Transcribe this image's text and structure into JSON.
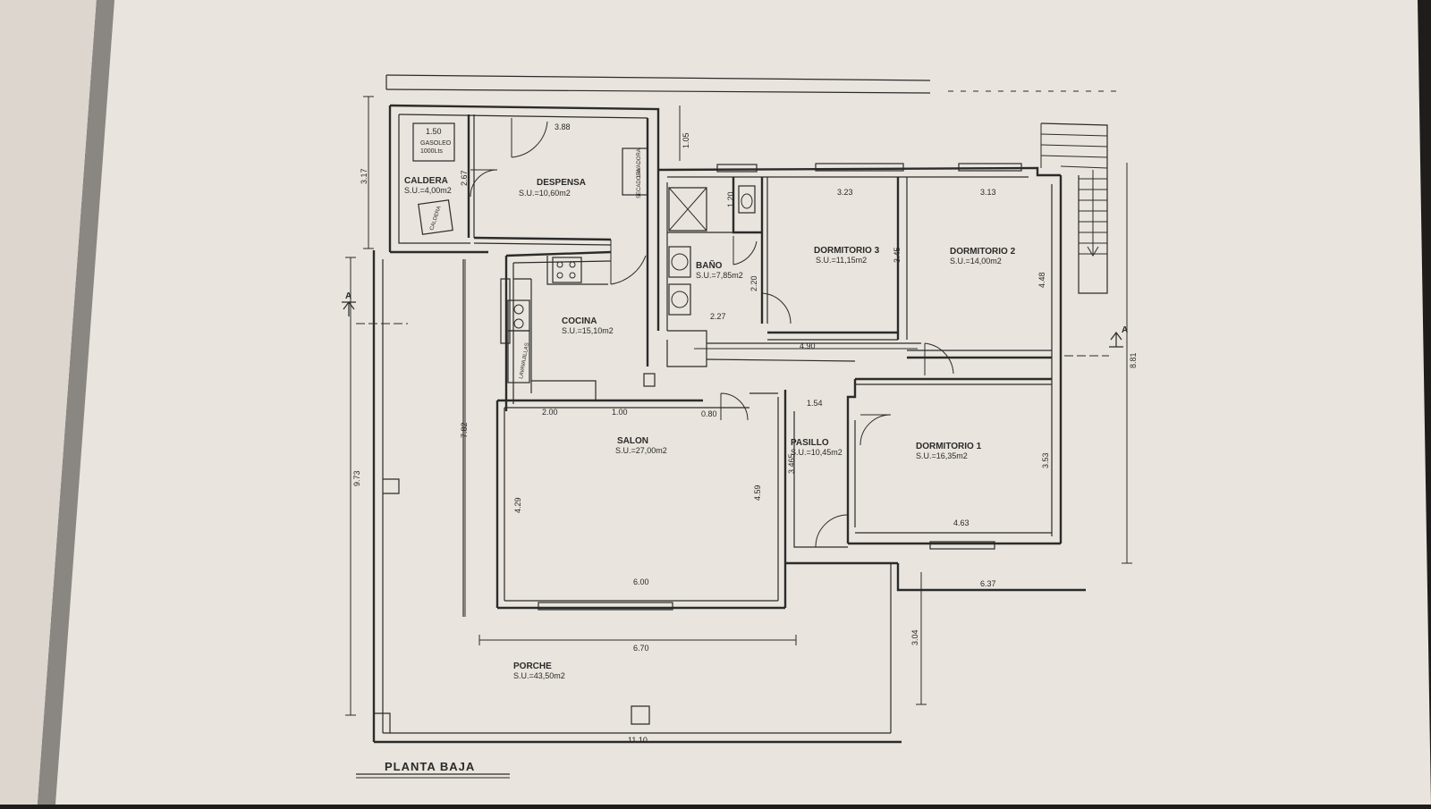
{
  "plan": {
    "title": "PLANTA BAJA",
    "section_marker": "A",
    "rooms": {
      "caldera": {
        "name": "CALDERA",
        "area": "S.U.=4,00m2"
      },
      "despensa": {
        "name": "DESPENSA",
        "area": "S.U.=10,60m2"
      },
      "bano": {
        "name": "BAÑO",
        "area": "S.U.=7,85m2"
      },
      "dormitorio3": {
        "name": "DORMITORIO 3",
        "area": "S.U.=11,15m2"
      },
      "dormitorio2": {
        "name": "DORMITORIO 2",
        "area": "S.U.=14,00m2"
      },
      "cocina": {
        "name": "COCINA",
        "area": "S.U.=15,10m2"
      },
      "salon": {
        "name": "SALON",
        "area": "S.U.=27,00m2"
      },
      "pasillo": {
        "name": "PASILLO",
        "area": "S.U.=10,45m2"
      },
      "dormitorio1": {
        "name": "DORMITORIO 1",
        "area": "S.U.=16,35m2"
      },
      "porche": {
        "name": "PORCHE",
        "area": "S.U.=43,50m2"
      }
    },
    "fixtures": {
      "tank": "GASOLEO",
      "tank_capacity": "1000Lts",
      "tank_width": "1.50",
      "boiler": "CALDERA",
      "washer": "LAVADORA",
      "dryer": "SECADORA",
      "dishwasher": "LAVAVAJILLAS"
    },
    "dimensions": {
      "d_388": "3.88",
      "d_105": "1.05",
      "d_317": "3.17",
      "d_267": "2.67",
      "d_120": "1.20",
      "d_323": "3.23",
      "d_313": "3.13",
      "d_345": "3.45",
      "d_448": "4.48",
      "d_220": "2.20",
      "d_227": "2.27",
      "d_490": "4.90",
      "d_881": "8.81",
      "d_200": "2.00",
      "d_100": "1.00",
      "d_080": "0.80",
      "d_154": "1.54",
      "d_782": "7.82",
      "d_973": "9.73",
      "d_429": "4.29",
      "d_459": "4.59",
      "d_3465": "3.465",
      "d_353": "3.53",
      "d_463": "4.63",
      "d_600": "6.00",
      "d_637": "6.37",
      "d_670": "6.70",
      "d_304": "3.04",
      "d_1110": "11.10"
    }
  }
}
